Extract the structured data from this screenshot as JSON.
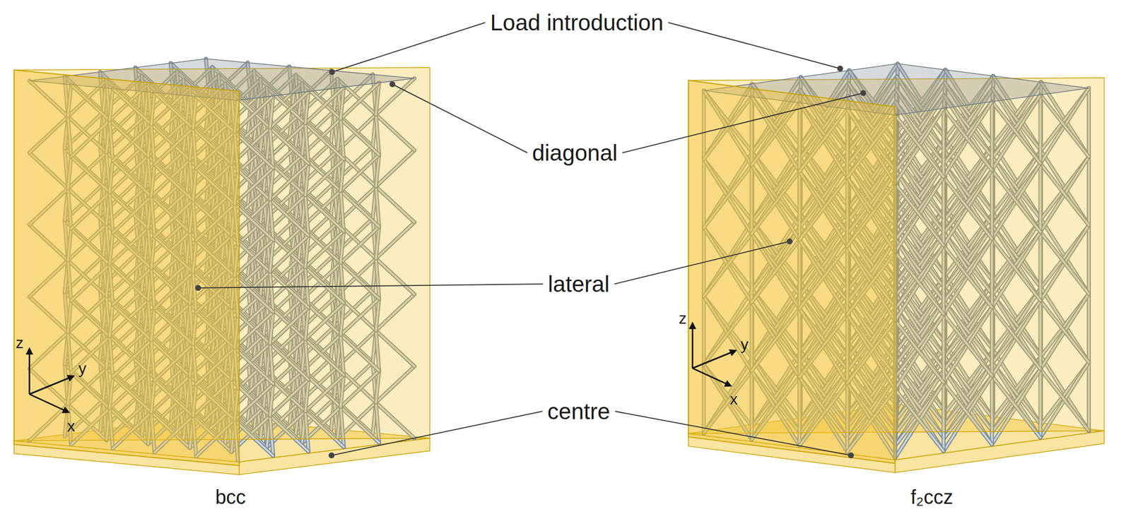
{
  "diagram": {
    "labels": [
      "Load introduction",
      "diagonal",
      "lateral",
      "centre",
      "bcc",
      "f₂ccz",
      "z",
      "y",
      "x",
      "z",
      "y",
      "x"
    ]
  }
}
